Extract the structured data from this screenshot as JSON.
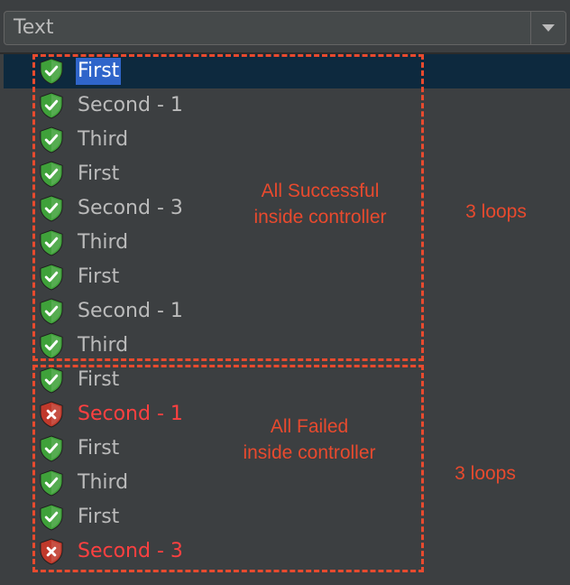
{
  "combo": {
    "value": "Text"
  },
  "rows": [
    {
      "label": "First",
      "status": "success",
      "selected": true
    },
    {
      "label": "Second - 1",
      "status": "success"
    },
    {
      "label": "Third",
      "status": "success"
    },
    {
      "label": "First",
      "status": "success"
    },
    {
      "label": "Second - 3",
      "status": "success"
    },
    {
      "label": "Third",
      "status": "success"
    },
    {
      "label": "First",
      "status": "success"
    },
    {
      "label": "Second - 1",
      "status": "success"
    },
    {
      "label": "Third",
      "status": "success"
    },
    {
      "label": "First",
      "status": "success"
    },
    {
      "label": "Second - 1",
      "status": "failed"
    },
    {
      "label": "First",
      "status": "success"
    },
    {
      "label": "Third",
      "status": "success"
    },
    {
      "label": "First",
      "status": "success"
    },
    {
      "label": "Second - 3",
      "status": "failed"
    }
  ],
  "annotations": {
    "top_line1": "All Successful",
    "top_line2": "inside controller",
    "top_loops": "3 loops",
    "bottom_line1": "All Failed",
    "bottom_line2": "inside controller",
    "bottom_loops": "3 loops"
  },
  "colors": {
    "annotation": "#e84a2e",
    "success_shield": "#3fa13a",
    "failed_shield": "#c0392b",
    "selection": "#2f65ca"
  },
  "icons": {
    "success": "shield-check-icon",
    "failed": "shield-x-icon",
    "dropdown": "triangle-down-icon"
  }
}
